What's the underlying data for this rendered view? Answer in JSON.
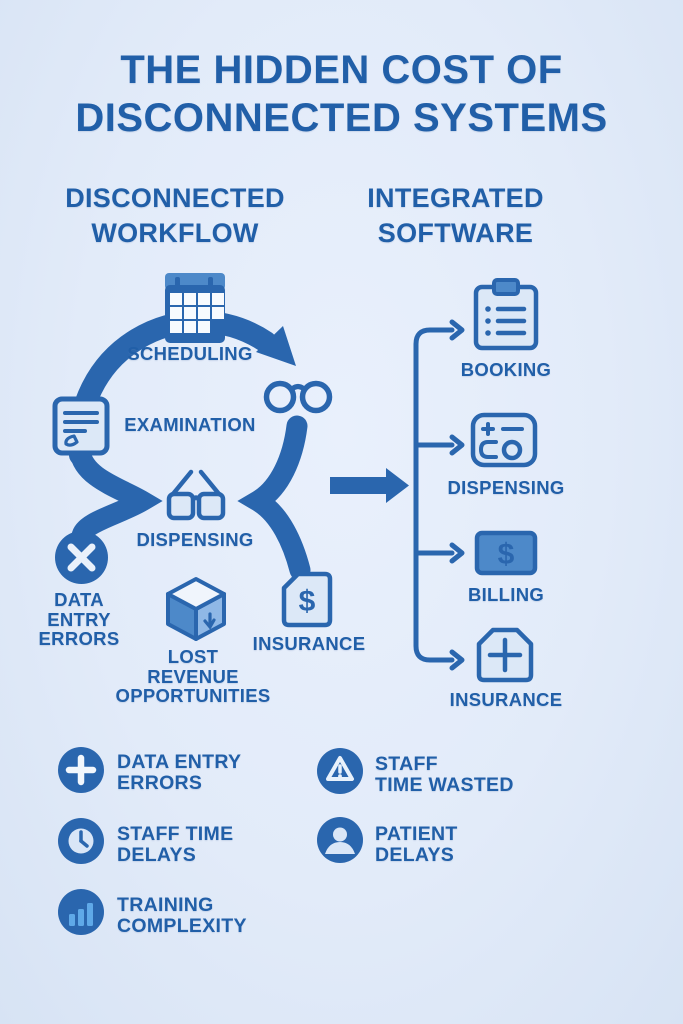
{
  "title": {
    "line1": "THE HIDDEN COST OF",
    "line2": "DISCONNECTED SYSTEMS"
  },
  "left_column": {
    "header": {
      "line1": "DISCONNECTED",
      "line2": "WORKFLOW"
    },
    "steps": {
      "scheduling": "SCHEDULING",
      "examination": "EXAMINATION",
      "dispensing": "DISPENSING"
    },
    "pain_points": {
      "data_entry_errors": {
        "line1": "DATA",
        "line2": "ENTRY",
        "line3": "ERRORS"
      },
      "lost_revenue": {
        "line1": "LOST",
        "line2": "REVENUE",
        "line3": "OPPORTUNITIES"
      },
      "insurance": "INSURANCE"
    }
  },
  "right_column": {
    "header": {
      "line1": "INTEGRATED",
      "line2": "SOFTWARE"
    },
    "items": {
      "booking": "BOOKING",
      "dispensing": "DISPENSING",
      "billing": "BILLING",
      "insurance": "INSURANCE"
    }
  },
  "costs": {
    "data_entry_errors": {
      "line1": "DATA ENTRY",
      "line2": "ERRORS"
    },
    "staff_time_delays": {
      "line1": "STAFF TIME",
      "line2": "DELAYS"
    },
    "training_complexity": {
      "line1": "TRAINING",
      "line2": "COMPLEXITY"
    },
    "staff_time_wasted": {
      "line1": "STAFF",
      "line2": "TIME WASTED"
    },
    "patient_delays": {
      "line1": "PATIENT",
      "line2": "DELAYS"
    }
  },
  "dollar_glyph": "$",
  "icons": {
    "workflow": [
      "calendar-icon",
      "document-notes-icon",
      "round-glasses-icon",
      "eyeglasses-icon"
    ],
    "pain_points": [
      "x-circle-icon",
      "cube-icon",
      "dollar-document-icon"
    ],
    "integrated": [
      "clipboard-list-icon",
      "dispensing-module-icon",
      "dollar-card-icon",
      "shield-plus-icon"
    ],
    "costs": [
      "plus-circle-icon",
      "clock-icon",
      "bar-chart-icon",
      "warning-icon",
      "person-icon"
    ]
  },
  "colors": {
    "background": "#E2EBF9",
    "primary_blue": "#2A66AE",
    "text_blue": "#215FA8",
    "medium_blue": "#4D89C9",
    "light_fill": "#DCE8F7",
    "accent_bars": "#5FA9E8"
  }
}
